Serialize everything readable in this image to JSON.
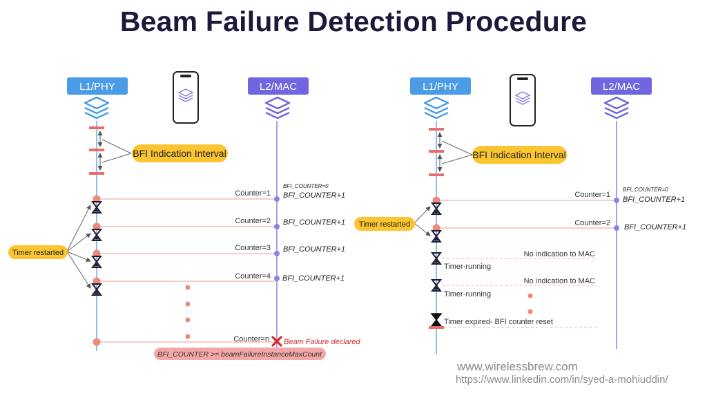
{
  "title": "Beam Failure Detection Procedure",
  "colors": {
    "phy_badge": "#4a9ce6",
    "mac_badge": "#6f66e0",
    "phy_line": "#6aa8e8",
    "mac_line": "#8a82e8",
    "event_line": "#f29a9a",
    "event_dot": "#ee8a7a",
    "tick": "#e86e6e",
    "callout_yellow": "#fbc531",
    "condition_bg": "#f3a7a7",
    "fail_red": "#d62828"
  },
  "left": {
    "phy_label": "L1/PHY",
    "mac_label": "L2/MAC",
    "interval_label": "BFI Indication Interval",
    "timer_label": "Timer restarted",
    "counter_init": "BFI_COUNTER=0",
    "events": [
      {
        "counter": "Counter=1",
        "mac": "BFI_COUNTER+1"
      },
      {
        "counter": "Counter=2",
        "mac": "BFI_COUNTER+1"
      },
      {
        "counter": "Counter=3",
        "mac": "BFI_COUNTER+1"
      },
      {
        "counter": "Counter=4",
        "mac": "BFI_COUNTER+1"
      }
    ],
    "final_counter": "Counter=n",
    "failure": "Beam Failure declared",
    "condition": "BFI_COUNTER >= beamFailureInstanceMaxCount"
  },
  "right": {
    "phy_label": "L1/PHY",
    "mac_label": "L2/MAC",
    "interval_label": "BFI Indication Interval",
    "timer_label": "Timer restarted",
    "counter_init": "BFI_COUNTER=0",
    "events": [
      {
        "counter": "Counter=1",
        "mac": "BFI_COUNTER+1"
      },
      {
        "counter": "Counter=2",
        "mac": "BFI_COUNTER+1"
      }
    ],
    "no_indication_1": "No indication to MAC",
    "timer_running_1": "Timer-running",
    "no_indication_2": "No indication to MAC",
    "timer_running_2": "Timer-running",
    "timer_expired": "Timer expired- BFI counter reset"
  },
  "watermark": {
    "site": "www.wirelessbrew.com",
    "linkedin": "https://www.linkedin.com/in/syed-a-mohiuddin/"
  }
}
